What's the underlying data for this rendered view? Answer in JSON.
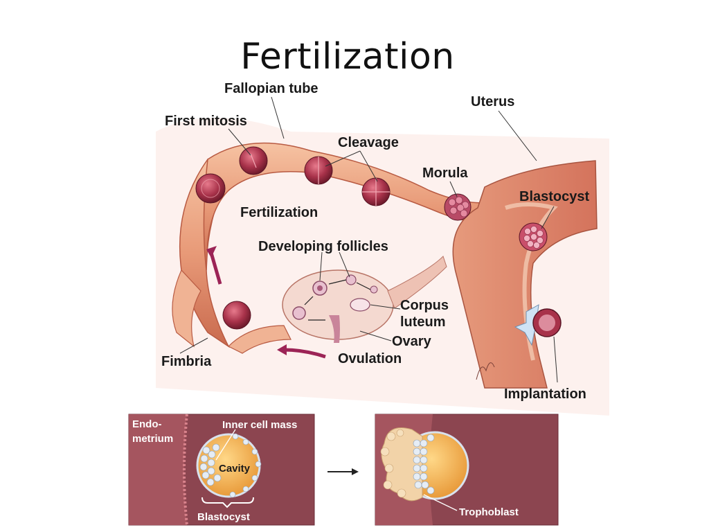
{
  "title": "Fertilization",
  "labels": {
    "fallopian_tube": "Fallopian tube",
    "first_mitosis": "First mitosis",
    "cleavage": "Cleavage",
    "uterus": "Uterus",
    "morula": "Morula",
    "blastocyst": "Blastocyst",
    "fertilization": "Fertilization",
    "developing_follicles": "Developing follicles",
    "corpus": "Corpus",
    "luteum": "luteum",
    "ovary": "Ovary",
    "ovulation": "Ovulation",
    "fimbria": "Fimbria",
    "implantation": "Implantation"
  },
  "inset_left": {
    "endo": "Endo-",
    "metrium": "metrium",
    "inner_cell_mass": "Inner cell mass",
    "cavity": "Cavity",
    "blastocyst": "Blastocyst"
  },
  "inset_right": {
    "trophoblast": "Trophoblast"
  },
  "colors": {
    "tissue": "#e9a27c",
    "tissue_dark": "#c9664a",
    "cell": "#a8324a",
    "inset_bg": "#8c4550",
    "blastocyst": "#f0b660"
  }
}
